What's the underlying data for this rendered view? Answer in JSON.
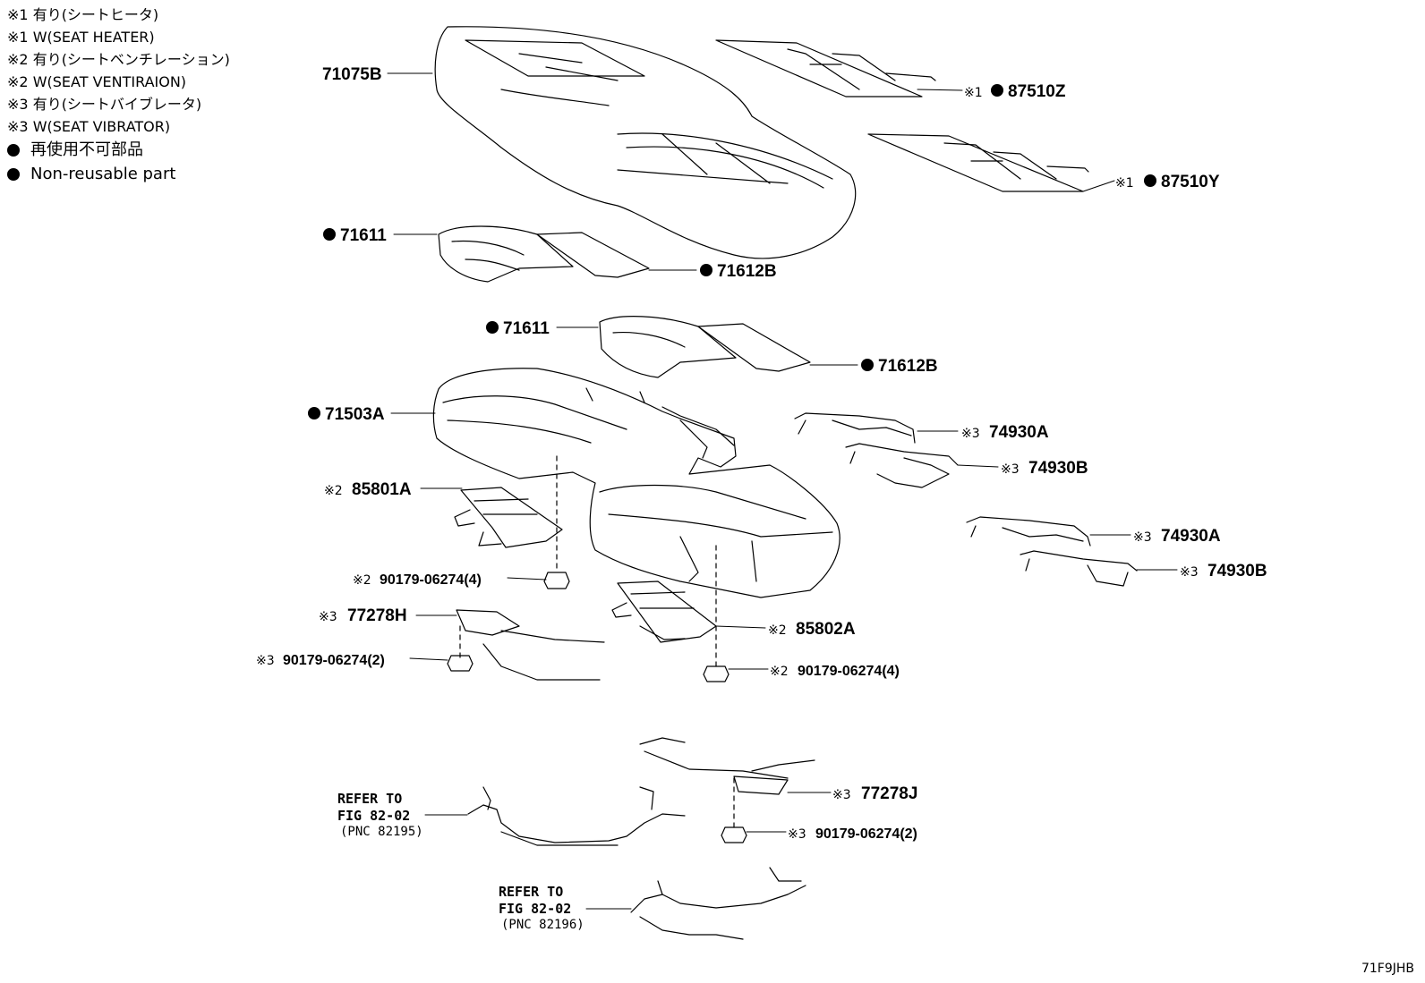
{
  "legend": [
    {
      "mark": "※1",
      "text": "有り(シートヒータ)"
    },
    {
      "mark": "※1",
      "text": "W(SEAT HEATER)"
    },
    {
      "mark": "※2",
      "text": "有り(シートベンチレーション)"
    },
    {
      "mark": "※2",
      "text": "W(SEAT VENTIRAION)"
    },
    {
      "mark": "※3",
      "text": "有り(シートバイブレータ)"
    },
    {
      "mark": "※3",
      "text": "W(SEAT VIBRATOR)"
    },
    {
      "mark": "●",
      "text": "再使用不可部品"
    },
    {
      "mark": "●",
      "text": "Non-reusable part"
    }
  ],
  "parts": {
    "p71075b": {
      "prefix": "",
      "number": "71075B"
    },
    "p87510z": {
      "prefix": "※1",
      "number": "87510Z"
    },
    "p87510y": {
      "prefix": "※1",
      "number": "87510Y"
    },
    "p71611_a": {
      "prefix": "",
      "number": "71611"
    },
    "p71612b_a": {
      "prefix": "",
      "number": "71612B"
    },
    "p71611_b": {
      "prefix": "",
      "number": "71611"
    },
    "p71612b_b": {
      "prefix": "",
      "number": "71612B"
    },
    "p71503a": {
      "prefix": "",
      "number": "71503A"
    },
    "p74930a_1": {
      "prefix": "※3",
      "number": "74930A"
    },
    "p74930b_1": {
      "prefix": "※3",
      "number": "74930B"
    },
    "p85801a": {
      "prefix": "※2",
      "number": "85801A"
    },
    "p74930a_2": {
      "prefix": "※3",
      "number": "74930A"
    },
    "p74930b_2": {
      "prefix": "※3",
      "number": "74930B"
    },
    "p90179_4a": {
      "prefix": "※2",
      "number": "90179-06274(4)"
    },
    "p77278h": {
      "prefix": "※3",
      "number": "77278H"
    },
    "p85802a": {
      "prefix": "※2",
      "number": "85802A"
    },
    "p90179_2a": {
      "prefix": "※3",
      "number": "90179-06274(2)"
    },
    "p90179_4b": {
      "prefix": "※2",
      "number": "90179-06274(4)"
    },
    "p77278j": {
      "prefix": "※3",
      "number": "77278J"
    },
    "p90179_2b": {
      "prefix": "※3",
      "number": "90179-06274(2)"
    }
  },
  "refs": [
    {
      "line1": "REFER TO",
      "line2": "FIG 82-02",
      "line3": "(PNC 82195)"
    },
    {
      "line1": "REFER TO",
      "line2": "FIG 82-02",
      "line3": "(PNC 82196)"
    }
  ],
  "diagram_code": "71F9JHB"
}
